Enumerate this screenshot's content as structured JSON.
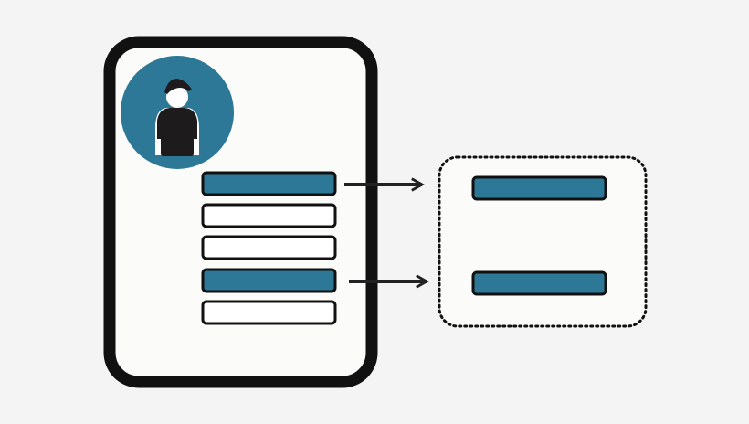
{
  "diagram": {
    "colors": {
      "accent": "#2e7897",
      "outline": "#111111",
      "paper": "#fbfbf9",
      "background": "#f4f4f4"
    },
    "document": {
      "icon": "user-avatar-icon",
      "fields": [
        {
          "highlighted": true
        },
        {
          "highlighted": false
        },
        {
          "highlighted": false
        },
        {
          "highlighted": true
        },
        {
          "highlighted": false
        }
      ]
    },
    "arrows": [
      {
        "from_field": 0,
        "to_item": 0
      },
      {
        "from_field": 3,
        "to_item": 1
      }
    ],
    "extract_box": {
      "border": "dotted",
      "items": [
        {
          "highlighted": true
        },
        {
          "highlighted": true
        }
      ]
    }
  }
}
